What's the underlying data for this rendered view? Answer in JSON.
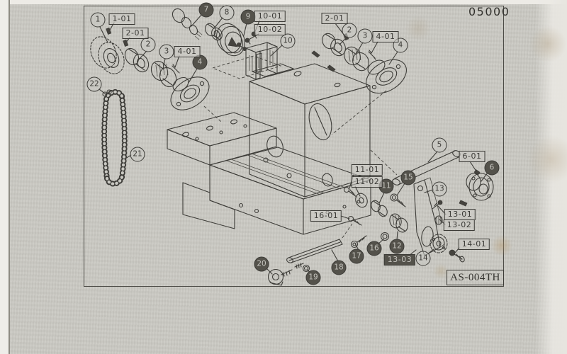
{
  "document": {
    "page_number": "05000",
    "drawing_code": "AS-004TH"
  },
  "callouts": [
    {
      "id": "1-left",
      "label": "1",
      "filled": false
    },
    {
      "id": "2-left",
      "label": "2",
      "filled": false
    },
    {
      "id": "3-left",
      "label": "3",
      "filled": false
    },
    {
      "id": "4-left",
      "label": "4",
      "filled": true
    },
    {
      "id": "7",
      "label": "7",
      "filled": true
    },
    {
      "id": "8",
      "label": "8",
      "filled": false
    },
    {
      "id": "9",
      "label": "9",
      "filled": true
    },
    {
      "id": "10",
      "label": "10",
      "filled": false
    },
    {
      "id": "2-right",
      "label": "2",
      "filled": false
    },
    {
      "id": "3-right",
      "label": "3",
      "filled": false
    },
    {
      "id": "4-right",
      "label": "4",
      "filled": false
    },
    {
      "id": "5",
      "label": "5",
      "filled": false
    },
    {
      "id": "6",
      "label": "6",
      "filled": true
    },
    {
      "id": "21",
      "label": "21",
      "filled": false
    },
    {
      "id": "22",
      "label": "22",
      "filled": false
    },
    {
      "id": "11",
      "label": "11",
      "filled": true
    },
    {
      "id": "15",
      "label": "15",
      "filled": true
    },
    {
      "id": "13",
      "label": "13",
      "filled": false
    },
    {
      "id": "12",
      "label": "12",
      "filled": true
    },
    {
      "id": "16",
      "label": "16",
      "filled": true
    },
    {
      "id": "17",
      "label": "17",
      "filled": true
    },
    {
      "id": "18",
      "label": "18",
      "filled": true
    },
    {
      "id": "19",
      "label": "19",
      "filled": true
    },
    {
      "id": "20",
      "label": "20",
      "filled": true
    },
    {
      "id": "14",
      "label": "14",
      "filled": false
    }
  ],
  "part_labels": [
    {
      "text": "1-01",
      "filled": false
    },
    {
      "text": "2-01",
      "filled": false
    },
    {
      "text": "4-01",
      "filled": false
    },
    {
      "text": "10-01",
      "filled": false
    },
    {
      "text": "10-02",
      "filled": false
    },
    {
      "text": "2-01",
      "filled": false
    },
    {
      "text": "4-01",
      "filled": false
    },
    {
      "text": "6-01",
      "filled": false
    },
    {
      "text": "11-01",
      "filled": false
    },
    {
      "text": "11-02",
      "filled": false
    },
    {
      "text": "16-01",
      "filled": false
    },
    {
      "text": "13-01",
      "filled": false
    },
    {
      "text": "13-02",
      "filled": false
    },
    {
      "text": "13-03",
      "filled": true
    },
    {
      "text": "14-01",
      "filled": false
    }
  ]
}
